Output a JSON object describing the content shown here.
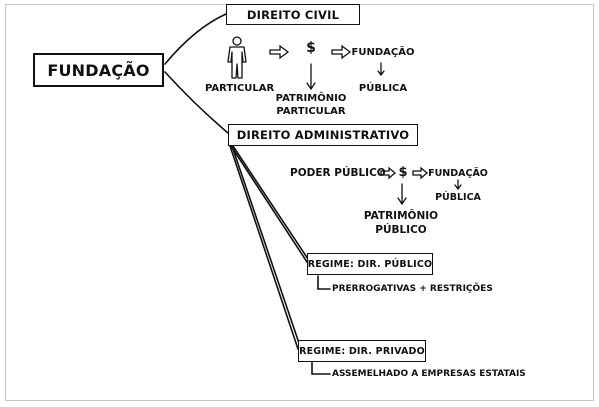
{
  "root": {
    "label": "FUNDAÇÃO"
  },
  "civil": {
    "title": "DIREITO CIVIL",
    "particular_label": "PARTICULAR",
    "patrimonio_line1": "PATRIMÔNIO",
    "patrimonio_line2": "PARTICULAR",
    "result_line1": "FUNDAÇÃO",
    "result_line2": "PÚBLICA"
  },
  "admin": {
    "title": "DIREITO ADMINISTRATIVO",
    "poder_publico": "PODER PÚBLICO",
    "result_line1": "FUNDAÇÃO",
    "result_line2": "PÚBLICA",
    "patrimonio_line1": "PATRIMÔNIO",
    "patrimonio_line2": "PÚBLICO",
    "regime_publico": {
      "title": "REGIME: DIR. PÚBLICO",
      "detail": "PRERROGATIVAS + RESTRIÇÕES"
    },
    "regime_privado": {
      "title": "REGIME: DIR. PRIVADO",
      "detail": "ASSEMELHADO A EMPRESAS ESTATAIS"
    }
  },
  "symbols": {
    "money": "$"
  },
  "colors": {
    "ink": "#111111",
    "frame": "#c8c8c8",
    "background": "#ffffff"
  }
}
